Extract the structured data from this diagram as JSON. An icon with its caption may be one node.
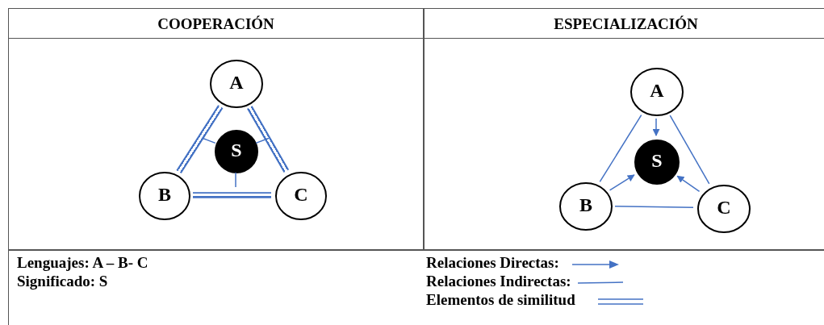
{
  "diagram": {
    "nodes": [
      {
        "text": [
          "COOPERACIÓN"
        ]
      },
      {
        "text": [
          "A"
        ],
        "in": 0
      },
      {
        "text": [
          "S"
        ],
        "in": 0
      },
      {
        "text": [
          "B"
        ],
        "in": 0
      },
      {
        "text": [
          "C"
        ],
        "in": 0
      },
      {
        "text": [
          "ESPECIALIZACIÓN"
        ]
      },
      {
        "text": [
          "A"
        ],
        "in": 5
      },
      {
        "text": [
          "S"
        ],
        "in": 5
      },
      {
        "text": [
          "B"
        ],
        "in": 5
      },
      {
        "text": [
          "C"
        ],
        "in": 5
      }
    ],
    "edges": [
      {
        "from": 1,
        "to": 3,
        "arrow": "none"
      },
      {
        "from": 1,
        "to": 4,
        "arrow": "none"
      },
      {
        "from": 3,
        "to": 4,
        "arrow": "none"
      },
      {
        "from": 2,
        "to": null,
        "arrow": "none"
      },
      {
        "from": 2,
        "to": null,
        "arrow": "none"
      },
      {
        "from": 2,
        "to": null,
        "arrow": "none"
      },
      {
        "from": 6,
        "to": 7,
        "arrow": "to"
      },
      {
        "from": 8,
        "to": 7,
        "arrow": "to"
      },
      {
        "from": 9,
        "to": 7,
        "arrow": "to"
      },
      {
        "from": 6,
        "to": 8,
        "arrow": "none"
      },
      {
        "from": 6,
        "to": 9,
        "arrow": "none"
      },
      {
        "from": 8,
        "to": 9,
        "arrow": "none"
      }
    ],
    "labels": [
      "Lenguajes: A – B- C",
      "Significado: S"
    ],
    "legend": [
      {
        "text": "Relaciones Directas:"
      },
      {
        "text": "Relaciones Indirectas:"
      },
      {
        "text": "Elementos de similitud"
      }
    ]
  }
}
